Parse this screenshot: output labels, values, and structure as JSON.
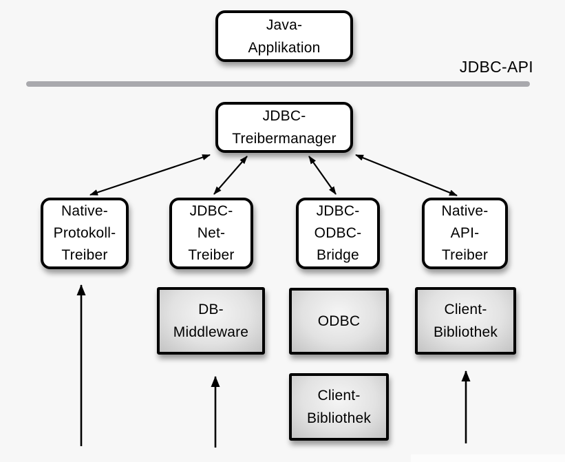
{
  "colors": {
    "background": "#f7f7f7",
    "box_fill": "#ffffff",
    "border": "#000000",
    "divider": "#a9a9ad",
    "gray_box_center": "#f5f5f5",
    "gray_box_edge": "#c3c3c3"
  },
  "api_label": "JDBC-API",
  "nodes": {
    "java_app": {
      "label": "Java-\nApplikation"
    },
    "treibermanager": {
      "label": "JDBC-\nTreibermanager"
    },
    "native_protokoll": {
      "label": "Native-\nProtokoll-\nTreiber"
    },
    "jdbc_net": {
      "label": "JDBC-\nNet-\nTreiber"
    },
    "jdbc_odbc": {
      "label": "JDBC-\nODBC-\nBridge"
    },
    "native_api": {
      "label": "Native-\nAPI-\nTreiber"
    },
    "db_middleware": {
      "label": "DB-\nMiddleware"
    },
    "odbc": {
      "label": "ODBC"
    },
    "client_bibliothek_api": {
      "label": "Client-\nBibliothek"
    },
    "client_bibliothek_odbc": {
      "label": "Client-\nBibliothek"
    }
  }
}
